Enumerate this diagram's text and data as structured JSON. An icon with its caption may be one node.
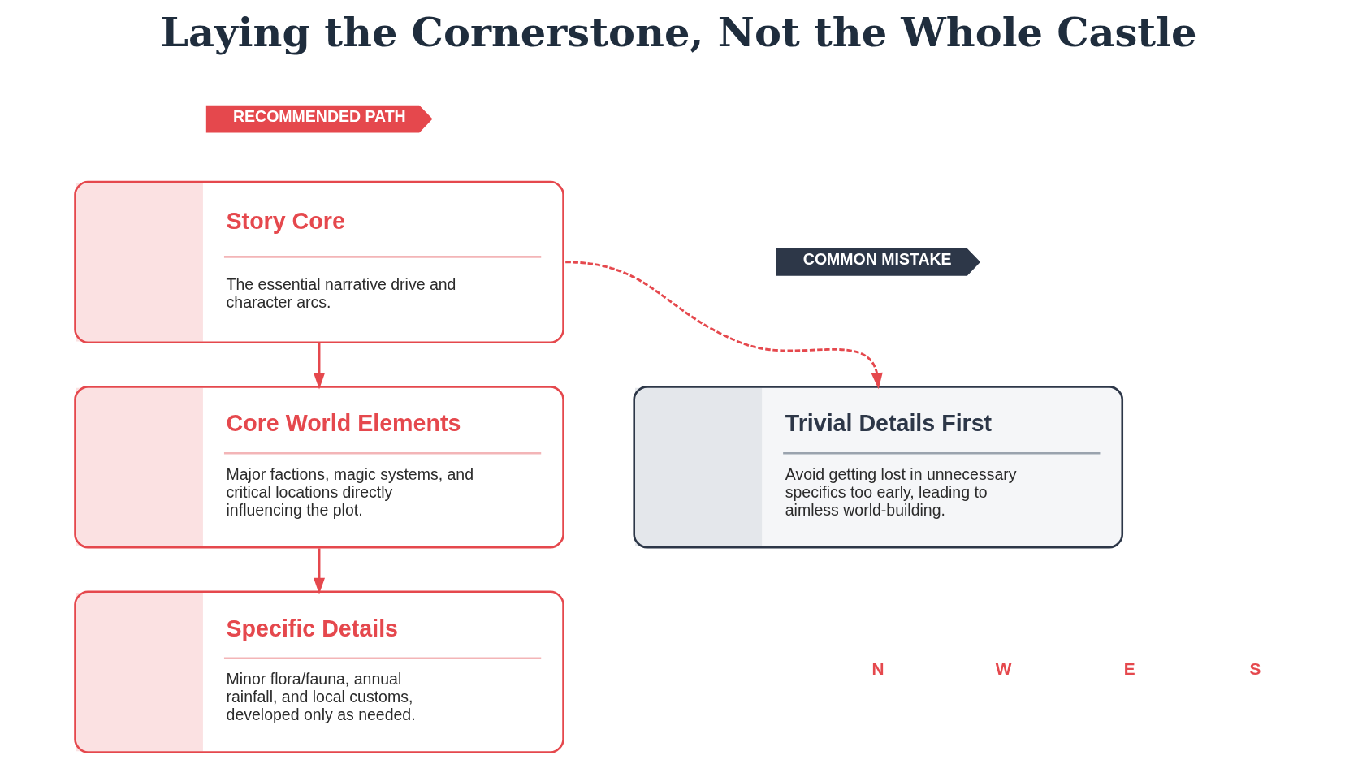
{
  "diagram": {
    "title": "Laying the Cornerstone, Not the Whole Castle",
    "nodes": [
      {
        "text": [
          "RECOMMENDED PATH"
        ]
      },
      {
        "text": [
          "Story Core",
          "The essential narrative drive and character arcs."
        ]
      },
      {
        "text": [
          "Core World Elements",
          "Major factions, magic systems, and critical locations directly influencing the plot."
        ]
      },
      {
        "text": [
          "Specific Details",
          "Minor flora/fauna, annual rainfall, and local customs, developed only as needed."
        ]
      },
      {
        "text": [
          "COMMON MISTAKE"
        ]
      },
      {
        "text": [
          "Trivial Details First",
          "Avoid getting lost in unnecessary specifics too early, leading to aimless world-building."
        ]
      }
    ],
    "edges": [
      {
        "from": 1,
        "to": 2,
        "arrow": "to"
      },
      {
        "from": 2,
        "to": 3,
        "arrow": "to"
      },
      {
        "from": 1,
        "to": 5,
        "arrow": "to",
        "style": "dashed"
      }
    ],
    "labels": [
      "N",
      "W",
      "E",
      "S"
    ]
  }
}
